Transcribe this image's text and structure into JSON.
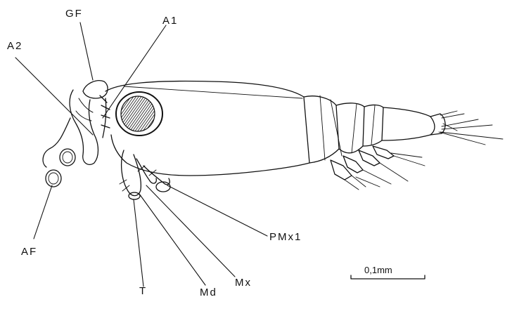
{
  "labels": {
    "gf": "GF",
    "a1": "A1",
    "a2": "A2",
    "af": "AF",
    "t": "T",
    "md": "Md",
    "mx": "Mx",
    "pmx1": "PMx1"
  },
  "scale_bar": {
    "label": "0,1mm"
  },
  "colors": {
    "ink": "#111111",
    "paper": "#ffffff"
  }
}
